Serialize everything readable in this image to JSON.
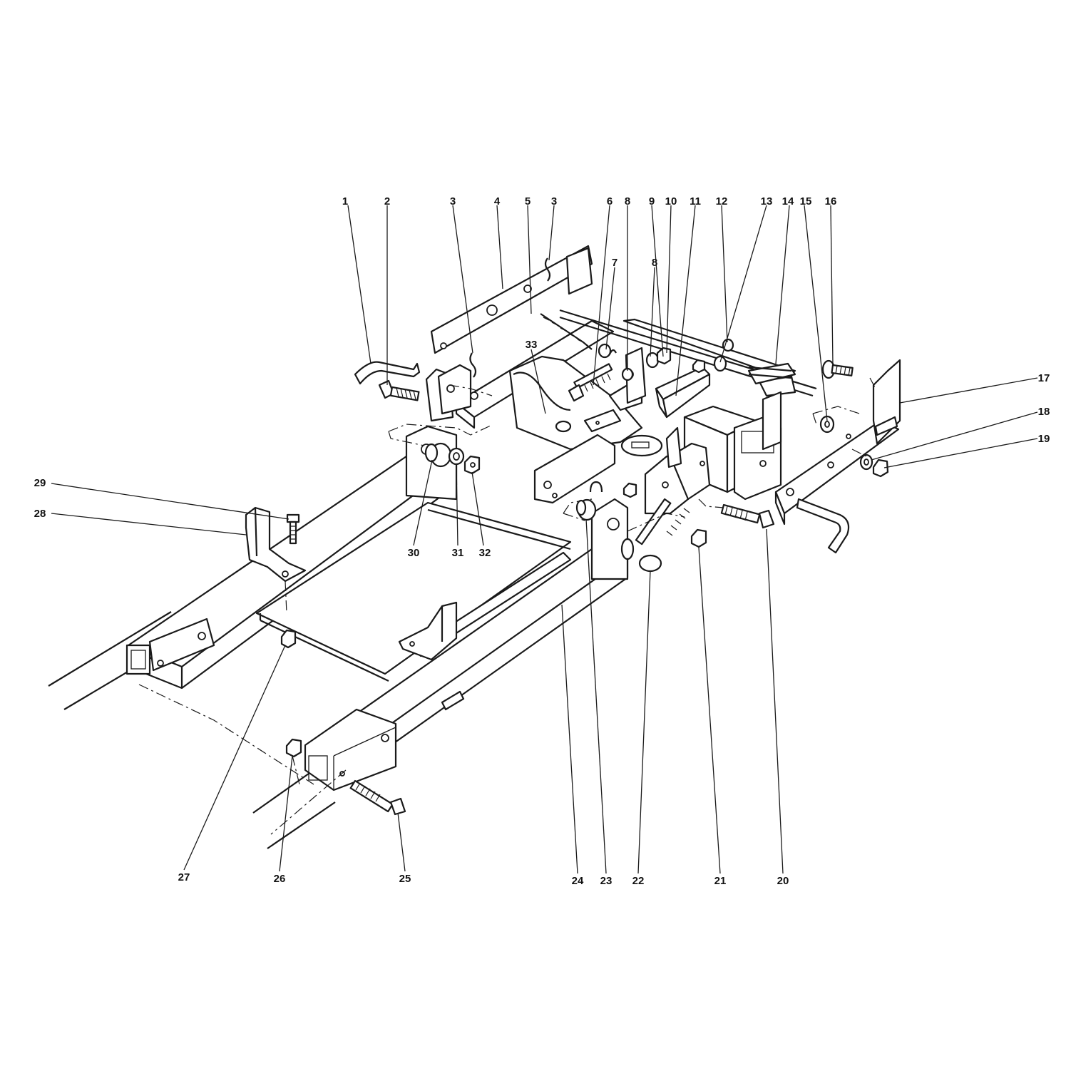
{
  "callouts": {
    "c1": "1",
    "c2": "2",
    "c3a": "3",
    "c4": "4",
    "c5": "5",
    "c3b": "3",
    "c6": "6",
    "c7": "7",
    "c8a": "8",
    "c8b": "8",
    "c9": "9",
    "c10": "10",
    "c11": "11",
    "c12": "12",
    "c13": "13",
    "c14": "14",
    "c15": "15",
    "c16": "16",
    "c17": "17",
    "c18": "18",
    "c19": "19",
    "c20": "20",
    "c21": "21",
    "c22": "22",
    "c23": "23",
    "c24": "24",
    "c25": "25",
    "c26": "26",
    "c27": "27",
    "c28": "28",
    "c29": "29",
    "c30": "30",
    "c31": "31",
    "c32": "32",
    "c33": "33"
  }
}
